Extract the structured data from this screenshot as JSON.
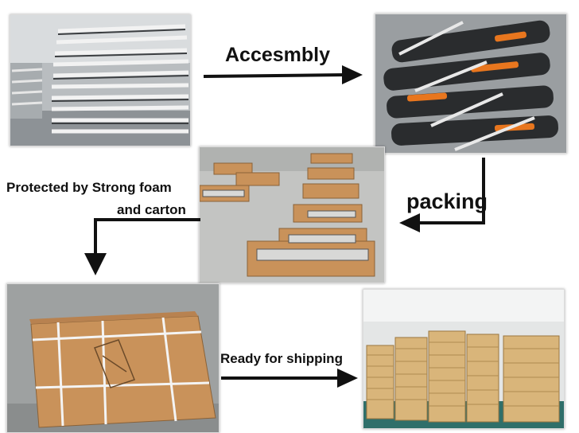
{
  "steps": [
    {
      "label": "Accesmbly"
    },
    {
      "label": "packing"
    },
    {
      "label_line1": "Protected by Strong foam",
      "label_line2": "and carton"
    },
    {
      "label": "Ready for shipping"
    }
  ],
  "photos": [
    {
      "name": "stacked-frames-photo"
    },
    {
      "name": "assembled-boards-photo"
    },
    {
      "name": "packing-boxes-photo"
    },
    {
      "name": "carton-box-photo"
    },
    {
      "name": "warehouse-pallets-photo"
    }
  ],
  "colors": {
    "arrow": "#111111",
    "carton": "#c9925a",
    "orange_accent": "#e8761e"
  }
}
